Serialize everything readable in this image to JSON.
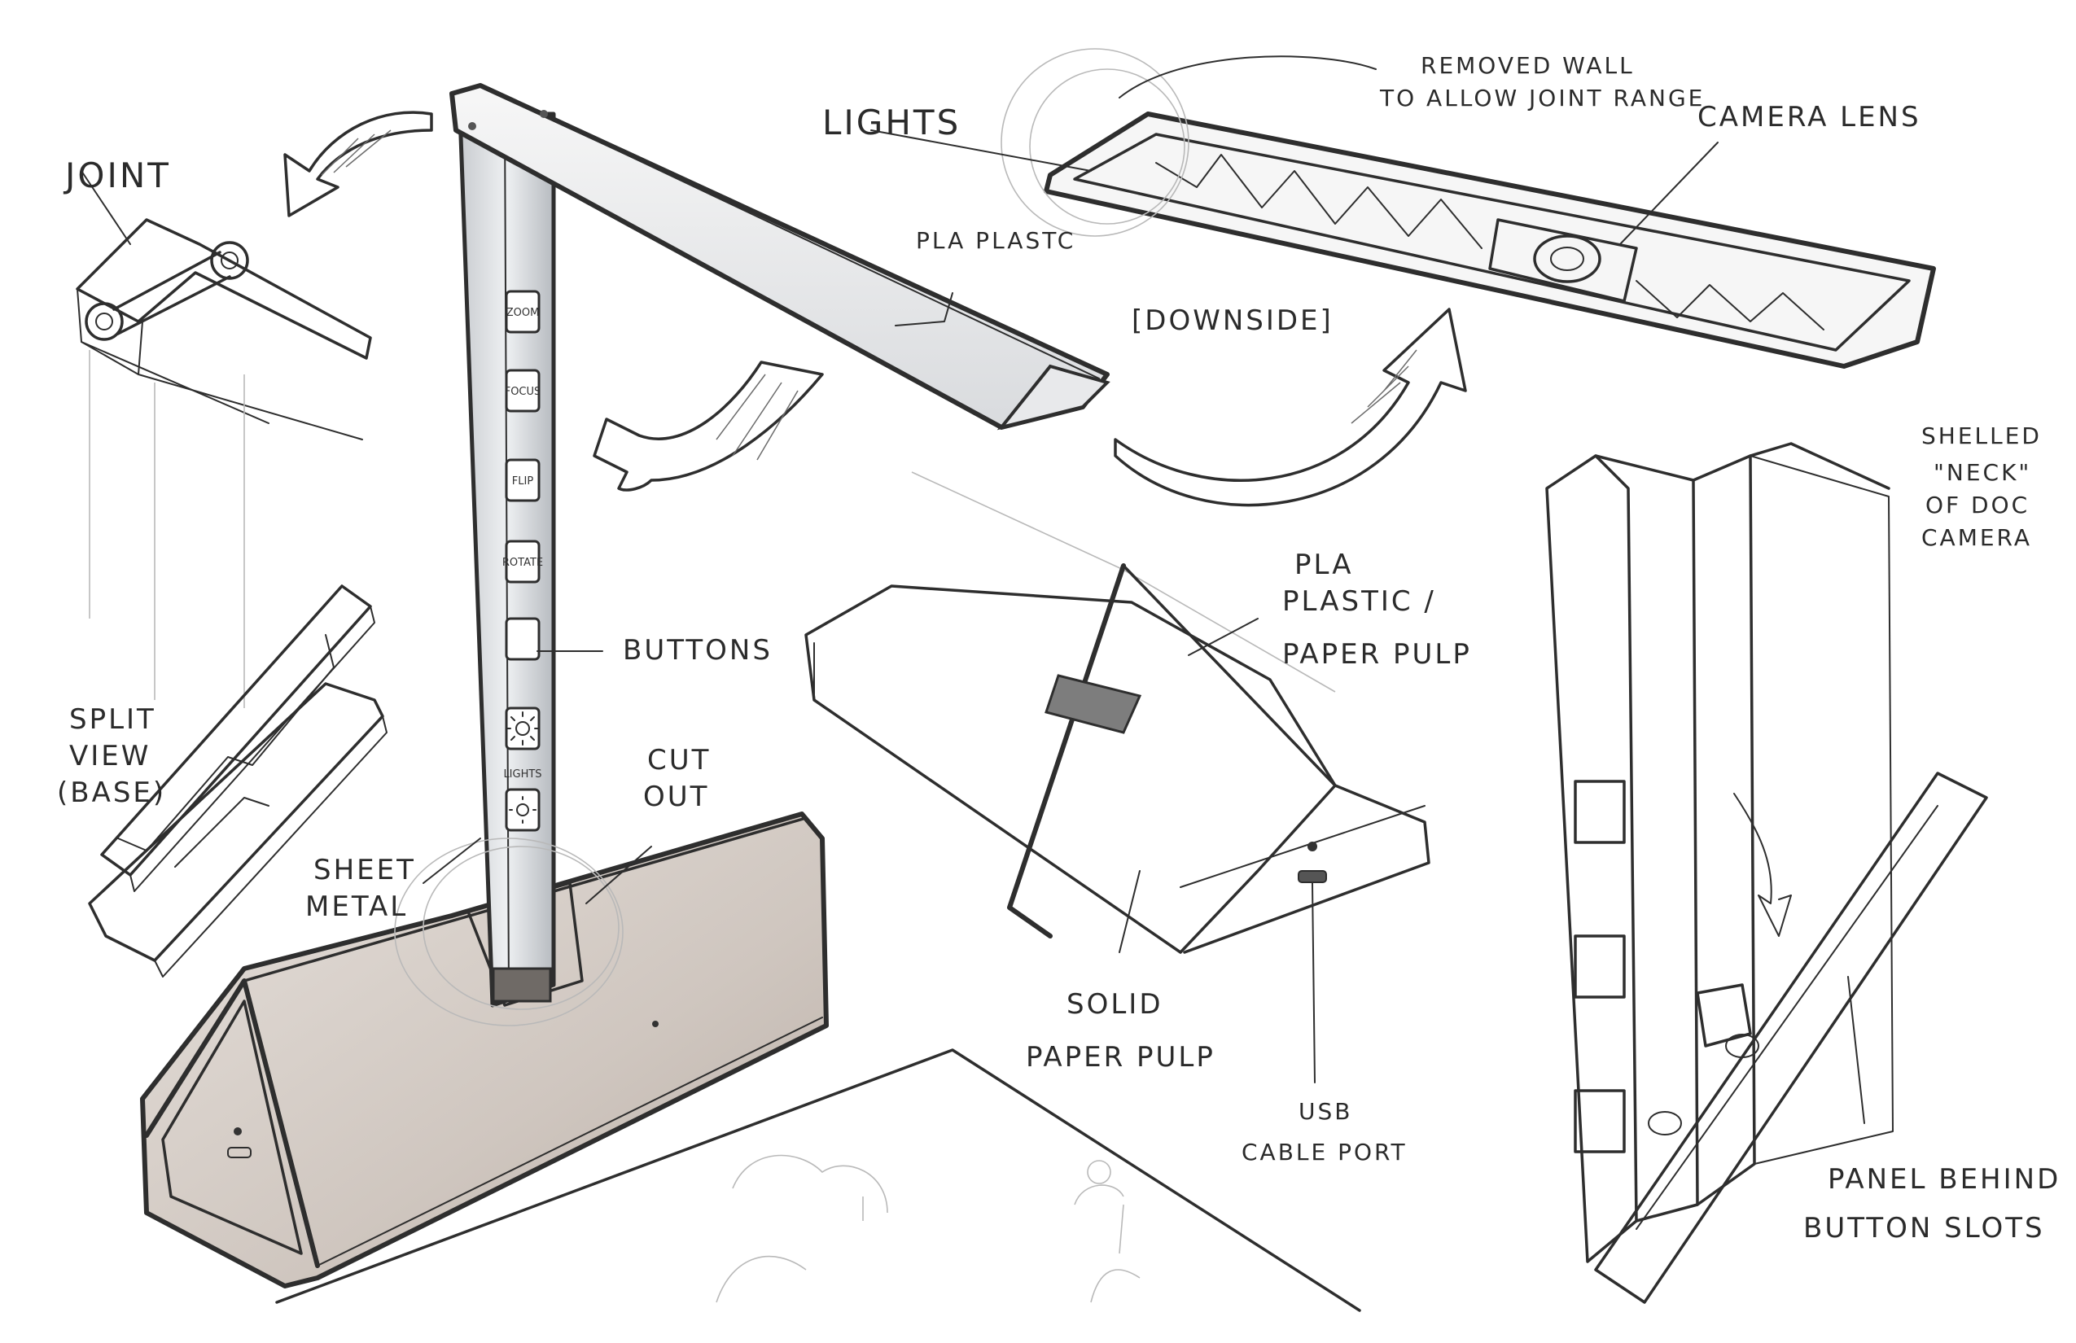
{
  "labels": {
    "joint": "JOINT",
    "split_view": [
      "SPLIT",
      "VIEW",
      "(BASE)"
    ],
    "buttons": "BUTTONS",
    "sheet_metal": [
      "SHEET",
      "METAL"
    ],
    "cut_out": [
      "CUT",
      "OUT"
    ],
    "pla_plastic_arm": "PLA PLASTC",
    "lights_top": "LIGHTS",
    "removed_wall": [
      "REMOVED WALL",
      "TO ALLOW JOINT RANGE"
    ],
    "camera_lens": "CAMERA LENS",
    "downside": "[DOWNSIDE]",
    "pla_plastic_paper_pulp": [
      "PLA",
      "PLASTIC /",
      "PAPER PULP"
    ],
    "solid_paper_pulp": [
      "SOLID",
      "PAPER PULP"
    ],
    "usb_cable_port": [
      "USB",
      "CABLE PORT"
    ],
    "shelled_neck": [
      "SHELLED",
      "\"NECK\"",
      "OF DOC",
      "CAMERA"
    ],
    "panel_behind": [
      "PANEL BEHIND",
      "BUTTON SLOTS"
    ]
  },
  "control_buttons": [
    "ZOOM",
    "FOCUS",
    "FLIP",
    "ROTATE"
  ],
  "lights_label": "LIGHTS",
  "colors": {
    "ink": "#2e2e2e",
    "base_tint": "#cfc6bf",
    "metal": "#d4d7db",
    "paper": "#ffffff"
  }
}
